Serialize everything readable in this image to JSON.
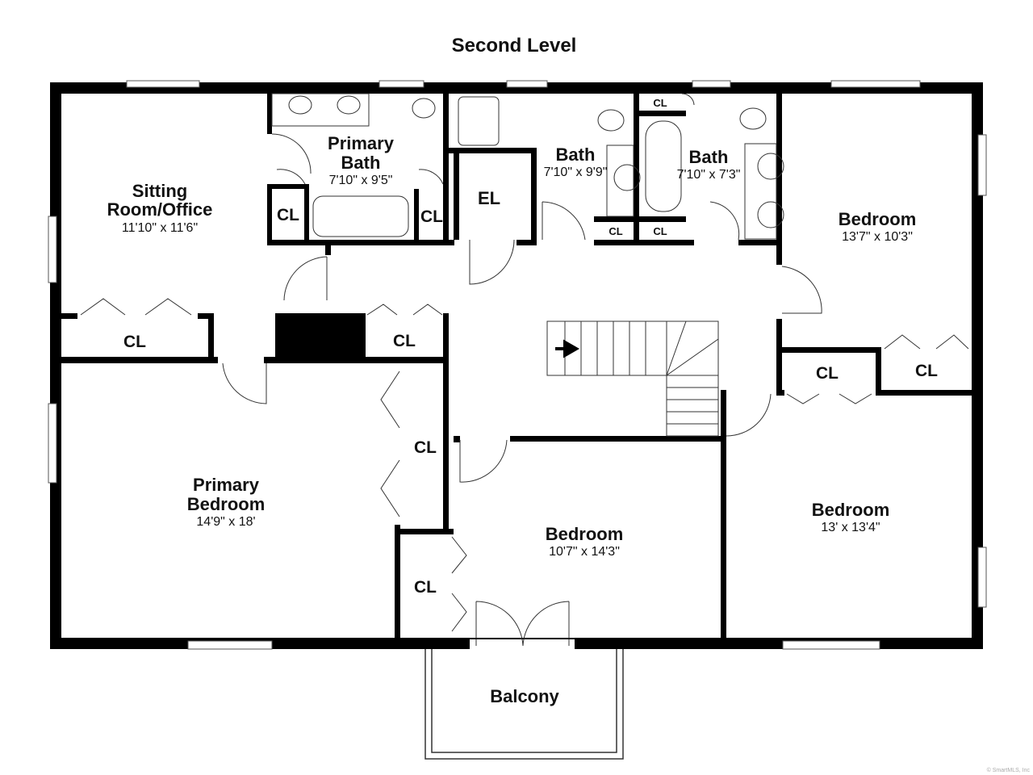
{
  "title": "Second Level",
  "rooms": {
    "sitting": {
      "name_line1": "Sitting",
      "name_line2": "Room/Office",
      "dims": "11'10\" x 11'6\""
    },
    "primary_bath": {
      "name_line1": "Primary",
      "name_line2": "Bath",
      "dims": "7'10\" x 9'5\""
    },
    "bath1": {
      "name": "Bath",
      "dims": "7'10\" x 9'9\""
    },
    "bath2": {
      "name": "Bath",
      "dims": "7'10\" x 7'3\""
    },
    "bedroom_ne": {
      "name": "Bedroom",
      "dims": "13'7\" x 10'3\""
    },
    "primary_bedroom": {
      "name_line1": "Primary",
      "name_line2": "Bedroom",
      "dims": "14'9\" x 18'"
    },
    "bedroom_mid": {
      "name": "Bedroom",
      "dims": "10'7\" x 14'3\""
    },
    "bedroom_se": {
      "name": "Bedroom",
      "dims": "13' x 13'4\""
    },
    "balcony": {
      "name": "Balcony"
    },
    "elevator": {
      "name": "EL"
    }
  },
  "closet_label": "CL",
  "copyright": "© SmartMLS, Inc"
}
